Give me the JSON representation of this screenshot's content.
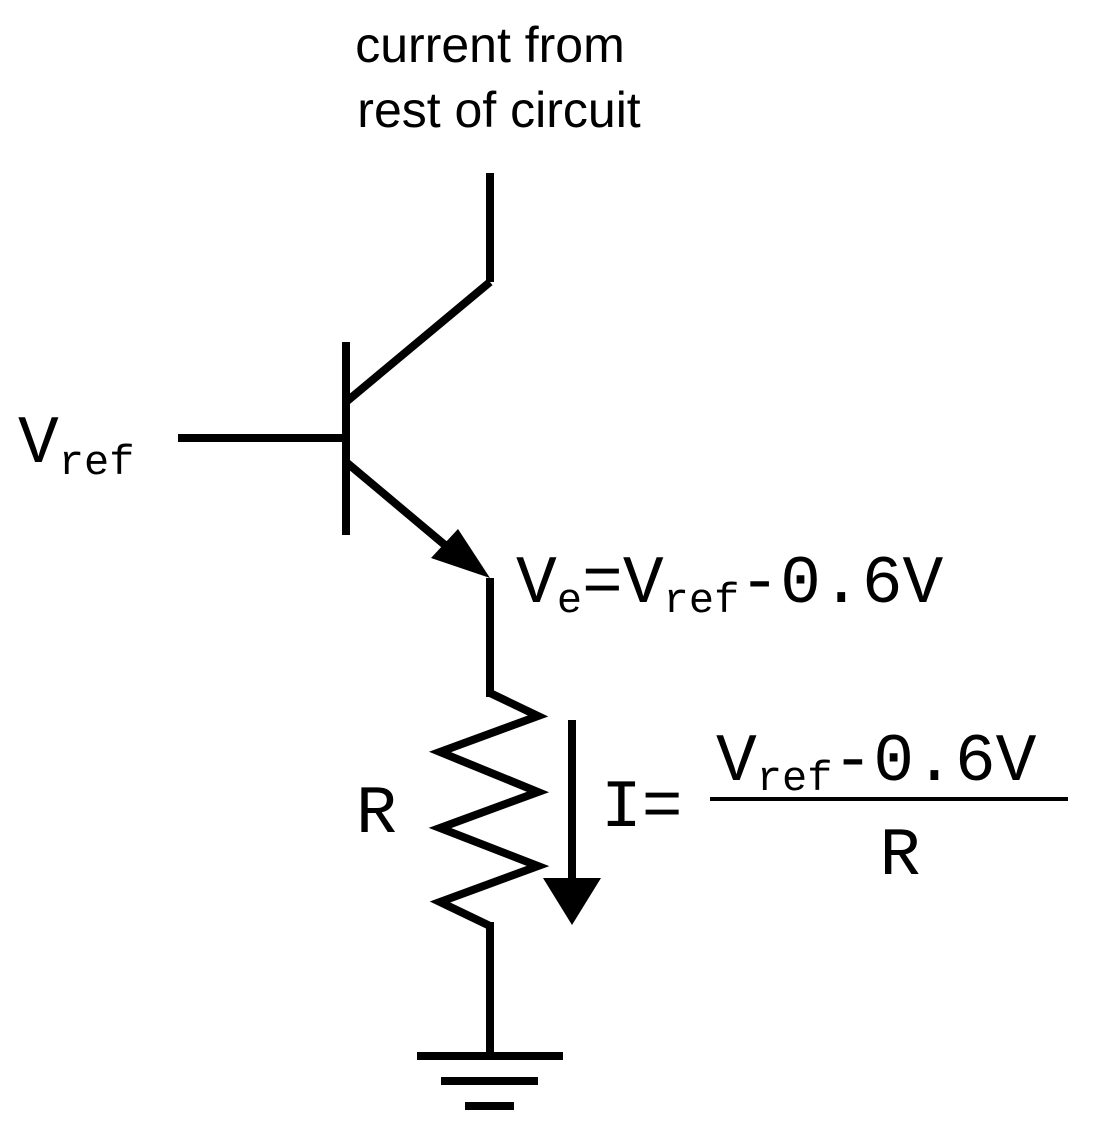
{
  "top_label": {
    "line1": "current from",
    "line2": "rest of circuit"
  },
  "vref_label": {
    "main": "V",
    "sub": "ref"
  },
  "emitter_label": {
    "v": "V",
    "e_sub": "e",
    "equals": "=",
    "v2": "V",
    "ref_sub": "ref",
    "rest": "-0.6V"
  },
  "resistor_label": "R",
  "current_formula": {
    "lhs": "I=",
    "num_v": "V",
    "num_sub": "ref",
    "num_rest": "-0.6V",
    "denominator": "R"
  },
  "colors": {
    "ink": "#000000",
    "background": "#ffffff"
  }
}
